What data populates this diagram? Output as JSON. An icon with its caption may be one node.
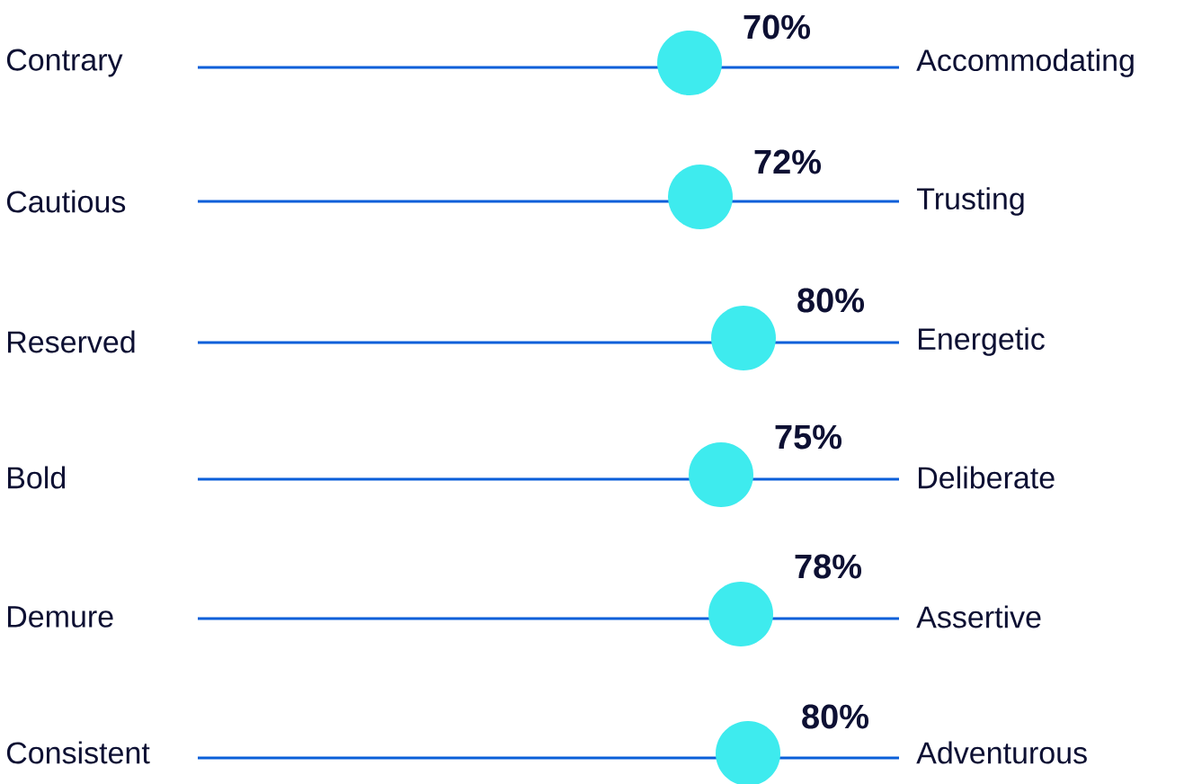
{
  "diagram": {
    "labels": [
      "Contrary",
      "70%",
      "Accommodating",
      "Cautious",
      "72%",
      "Trusting",
      "Reserved",
      "80%",
      "Energetic",
      "Bold",
      "75%",
      "Deliberate",
      "Demure",
      "78%",
      "Assertive",
      "Consistent",
      "80%",
      "Adventurous"
    ]
  }
}
